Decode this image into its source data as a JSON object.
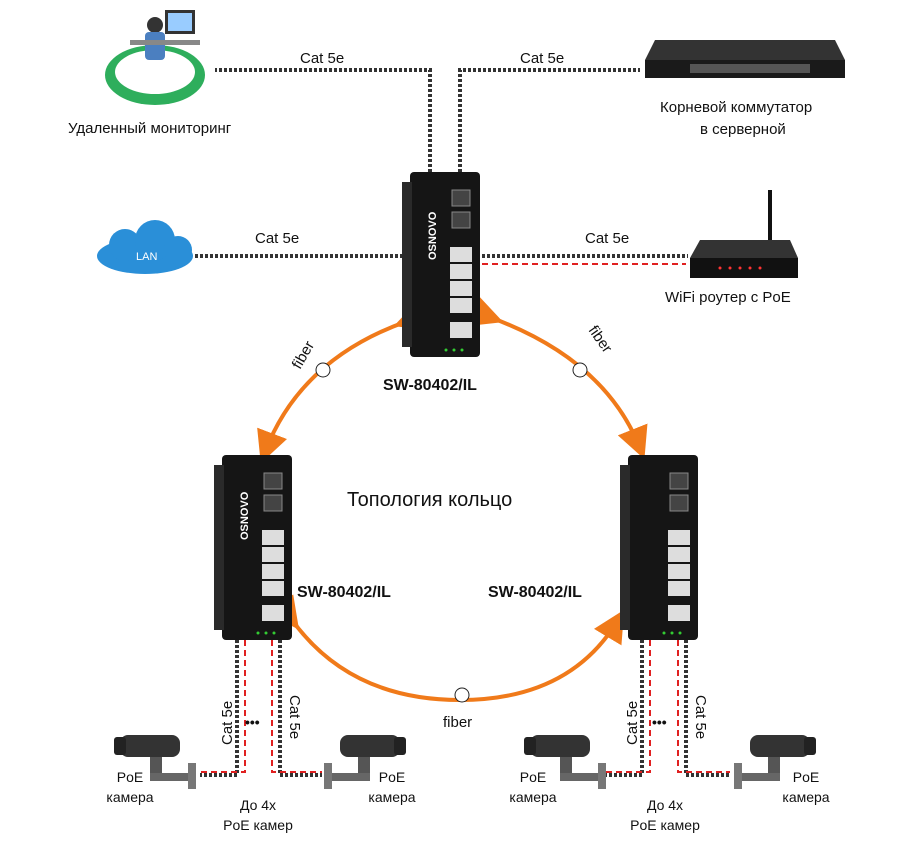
{
  "cable_label": "Cat 5e",
  "fiber_label": "fiber",
  "title": "Топология кольцо",
  "switch_model": "SW-80402/IL",
  "switch_brand": "OSNOVO",
  "remote_monitoring": "Удаленный мониторинг",
  "lan": "LAN",
  "root_switch": [
    "Корневой коммутатор",
    "в серверной"
  ],
  "wifi_router": "WiFi роутер с PoE",
  "camera": [
    "PoE",
    "камера"
  ],
  "up_to": [
    "До 4х",
    "PoE камер"
  ],
  "dots": "•••",
  "colors": {
    "ring": "#f07a1a",
    "poe_dashed": "#e02020",
    "device": "#151515"
  }
}
